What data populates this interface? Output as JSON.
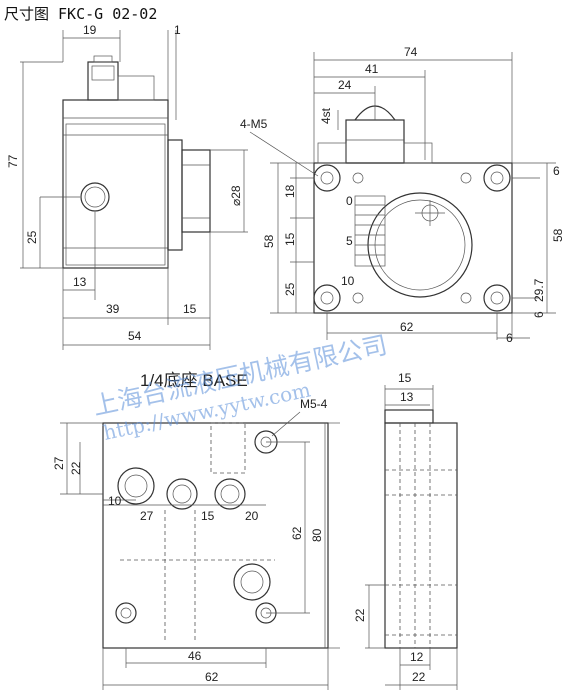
{
  "title": "尺寸图 FKC-G 02-02",
  "front_view": {
    "dims": {
      "w_top": "19",
      "w_top_small": "1",
      "height": "77",
      "hole_height": "25",
      "hole_left": "13",
      "w_body": "39",
      "w_flange": "15",
      "w_total": "54",
      "dia": "⌀28"
    }
  },
  "right_view": {
    "dims": {
      "width": "74",
      "to_center": "41",
      "to_rod": "24",
      "stroke": "4st",
      "screw": "4-M5",
      "left_18": "18",
      "left_15": "15",
      "left_58": "58",
      "left_25": "25",
      "right_6": "6",
      "right_58": "58",
      "right_29_7": "29.7",
      "right_6b": "6",
      "bottom_62": "62",
      "bottom_6": "6",
      "scale_0": "0",
      "scale_5": "5",
      "scale_10": "10"
    }
  },
  "base_plate": {
    "title": "1/4底座 BASE",
    "screw": "M5-4",
    "dims": {
      "left_27": "27",
      "left_22": "22",
      "d_10": "10",
      "d_27": "27",
      "d_15": "15",
      "d_20": "20",
      "r_62": "62",
      "r_80": "80",
      "b_46": "46",
      "b_62": "62"
    }
  },
  "base_side": {
    "dims": {
      "w_15": "15",
      "w_13": "13",
      "h_22": "22",
      "b_12": "12",
      "b_22": "22"
    }
  },
  "watermark": {
    "company": "上海台流液压机械有限公司",
    "url": "http://www.yytw.com"
  }
}
